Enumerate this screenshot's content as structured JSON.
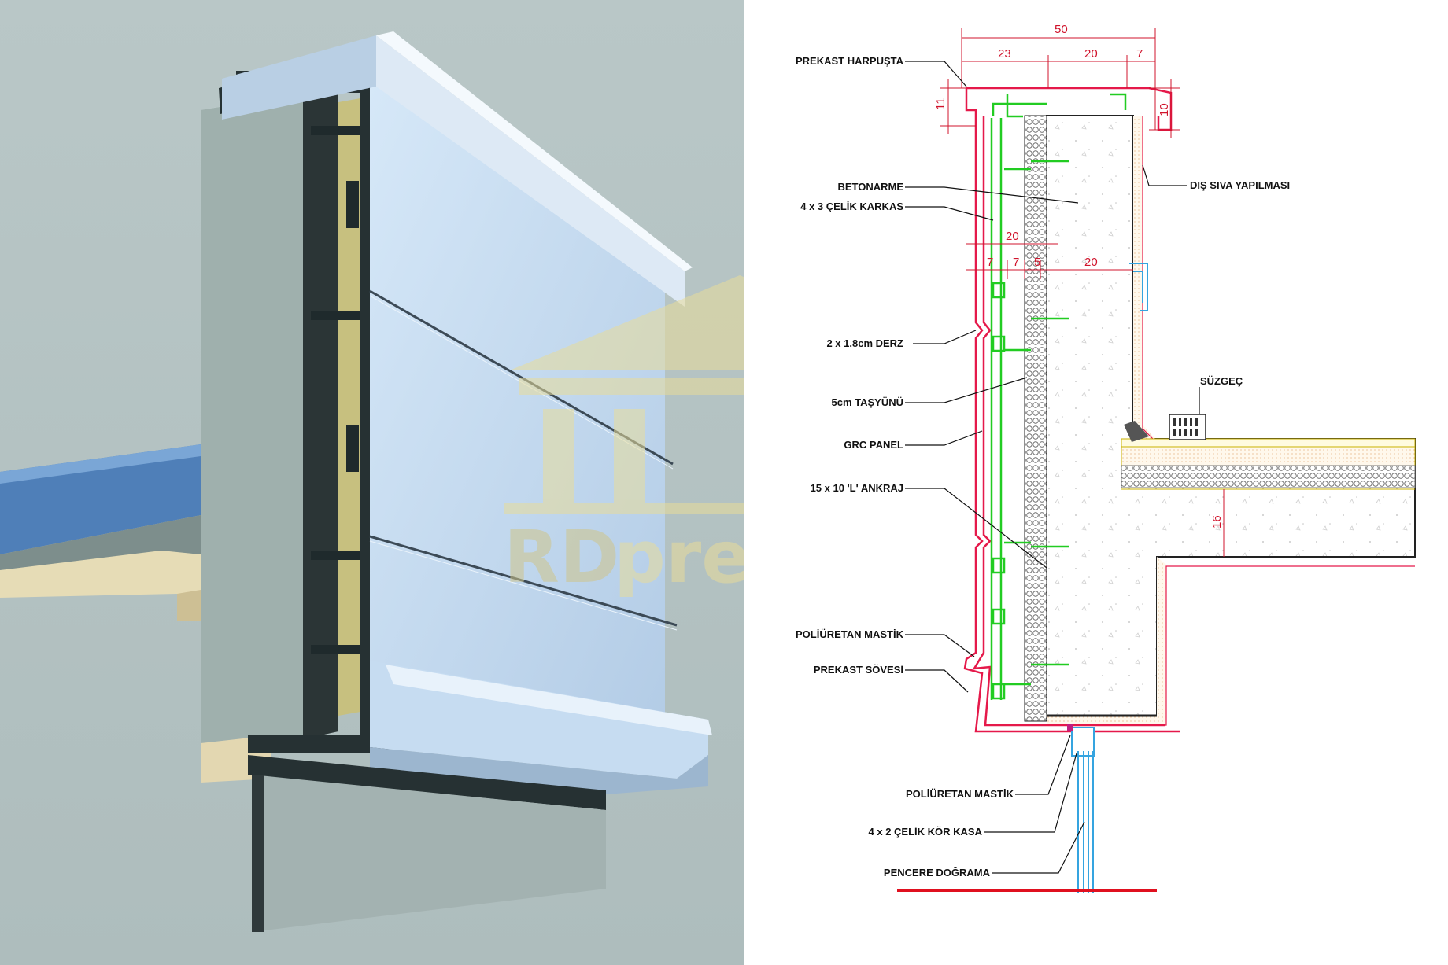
{
  "colors": {
    "render_background": "#b5c3c3",
    "panel_light": "#c9dff4",
    "panel_shadow": "#9cb6cf",
    "concrete_face": "#9aaba8",
    "insulation": "#c9c48c",
    "slab_blue": "#5e8fc4",
    "plaster": "#e5d8b0",
    "grc_outline": "#e5194a",
    "steel_frame": "#22cc22",
    "window_frame": "#35a4e0",
    "dimension": "#d0142c",
    "watermark": "#e8dc9a"
  },
  "watermark": {
    "brand_bold": "RD",
    "brand_light": "precast"
  },
  "dimensions": {
    "total_width": "50",
    "segment_a": "23",
    "segment_b": "20",
    "segment_c": "7",
    "coping_left_height": "11",
    "coping_right_height": "10",
    "panel_depth": "20",
    "gap_1": "7",
    "gap_2": "7",
    "insulation_depth": "5",
    "wall_depth": "20",
    "slab_thickness": "16"
  },
  "labels": {
    "prekast_harpusta": "PREKAST HARPUŞTA",
    "betonarme": "BETONARME",
    "celik_karkas": "4 x 3 ÇELİK KARKAS",
    "dis_siva": "DIŞ SIVA YAPILMASI",
    "derz": "2 x 1.8cm DERZ",
    "suzgec": "SÜZGEÇ",
    "tasyunu": "5cm TAŞYÜNÜ",
    "grc_panel": "GRC PANEL",
    "ankraj": "15 x 10 'L' ANKRAJ",
    "poliuretan_mastik_1": "POLİÜRETAN MASTİK",
    "prekast_sovesi": "PREKAST SÖVESİ",
    "poliuretan_mastik_2": "POLİÜRETAN MASTİK",
    "kor_kasa": "4 x 2 ÇELİK KÖR KASA",
    "pencere_dograma": "PENCERE DOĞRAMA"
  }
}
